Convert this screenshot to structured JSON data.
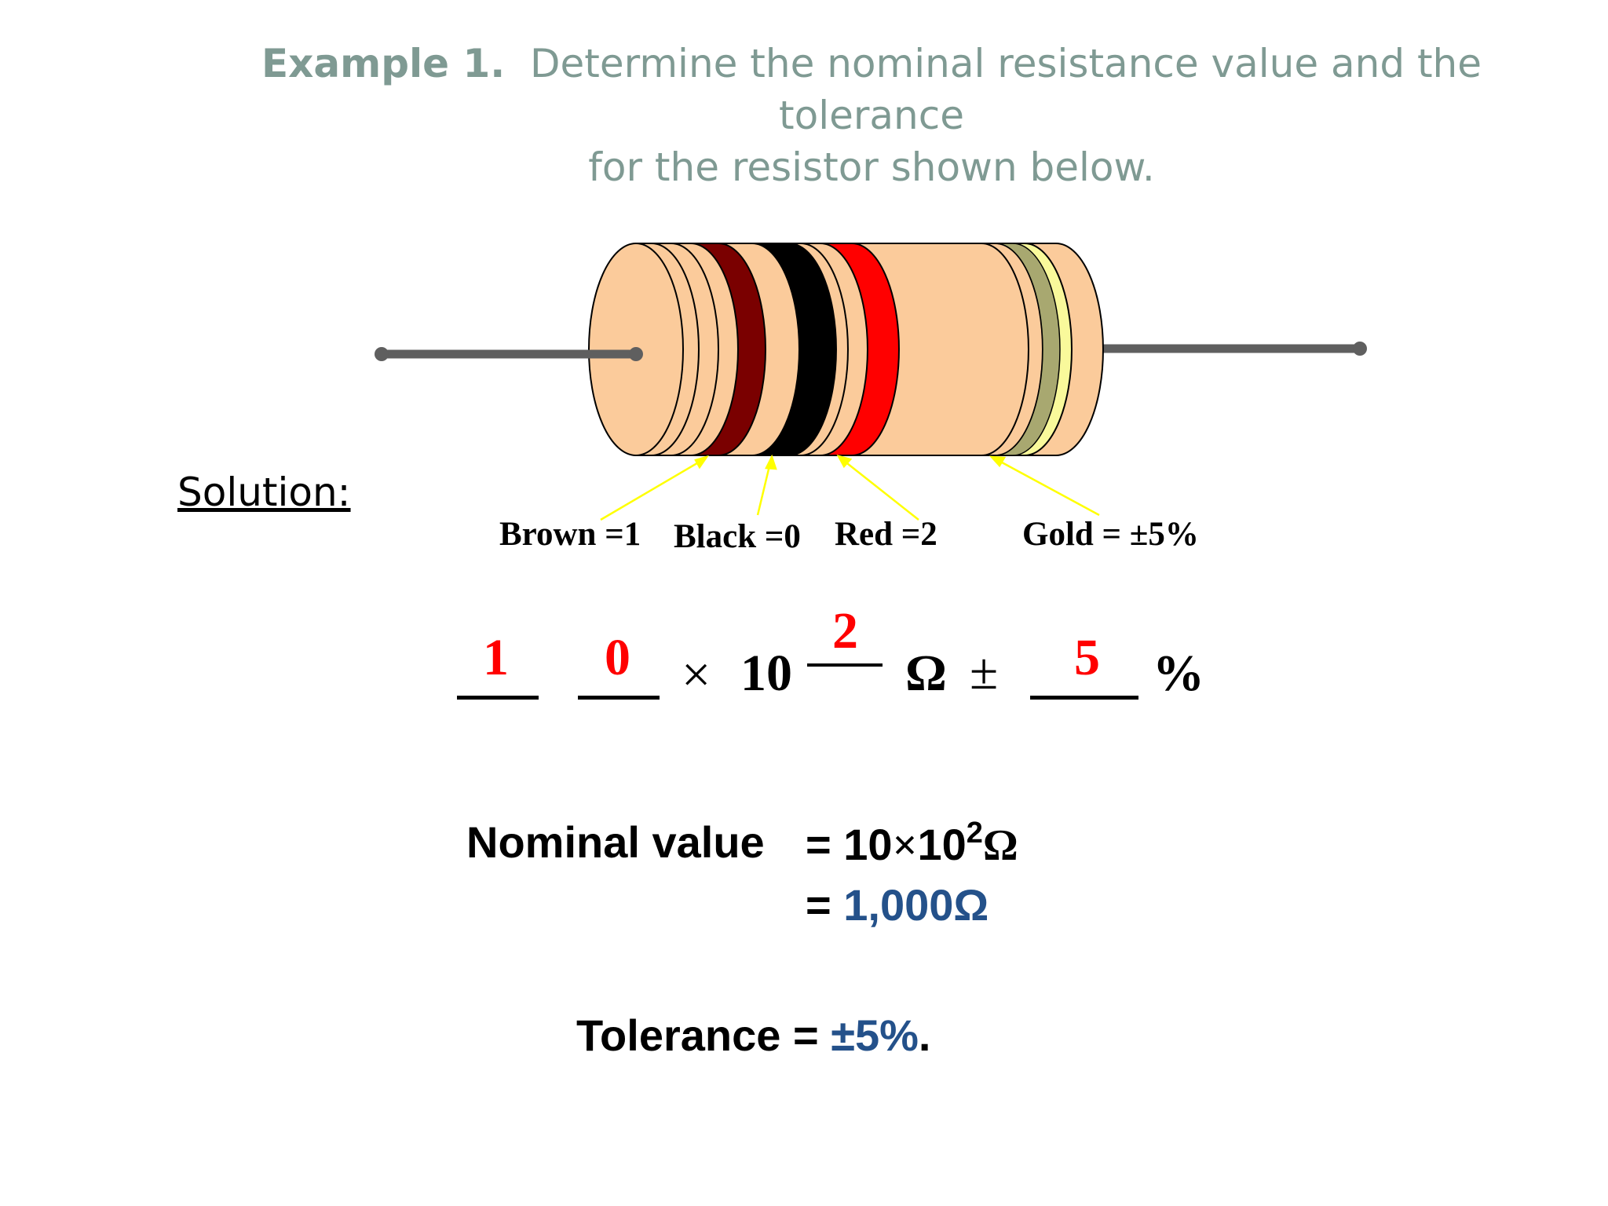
{
  "title": {
    "example_label": "Example 1.",
    "line1_text": "Determine the nominal resistance value and the tolerance",
    "line2_text": "for the resistor shown below."
  },
  "solution_label": "Solution:",
  "resistor": {
    "body_color": "#fbcb9b",
    "lead_color": "#5f5f5f",
    "bands": [
      {
        "name": "brown",
        "color": "#7a0000",
        "label": "Brown =1"
      },
      {
        "name": "black",
        "color": "#000000",
        "label": "Black =0"
      },
      {
        "name": "red",
        "color": "#ff0000",
        "label": "Red =2"
      },
      {
        "name": "gold",
        "color": "#f9f99b",
        "label": "Gold = ±5%"
      }
    ],
    "arrow_color": "#ffff00"
  },
  "formula": {
    "digit1": "1",
    "digit2": "0",
    "times": "×",
    "ten": "10",
    "exponent": "2",
    "ohm": "Ω",
    "plus_minus": "±",
    "tolerance": "5",
    "percent": "%"
  },
  "result": {
    "nominal_label": "Nominal value",
    "nominal_eq1_prefix": "= 10",
    "nominal_eq1_times": "×",
    "nominal_eq1_ten": "10",
    "nominal_eq1_exp": "2",
    "nominal_eq1_ohm": "Ω",
    "nominal_eq2_prefix": "=",
    "nominal_eq2_value": "1,000Ω",
    "tolerance_label": "Tolerance =",
    "tolerance_value": "±5%",
    "tolerance_period": "."
  }
}
